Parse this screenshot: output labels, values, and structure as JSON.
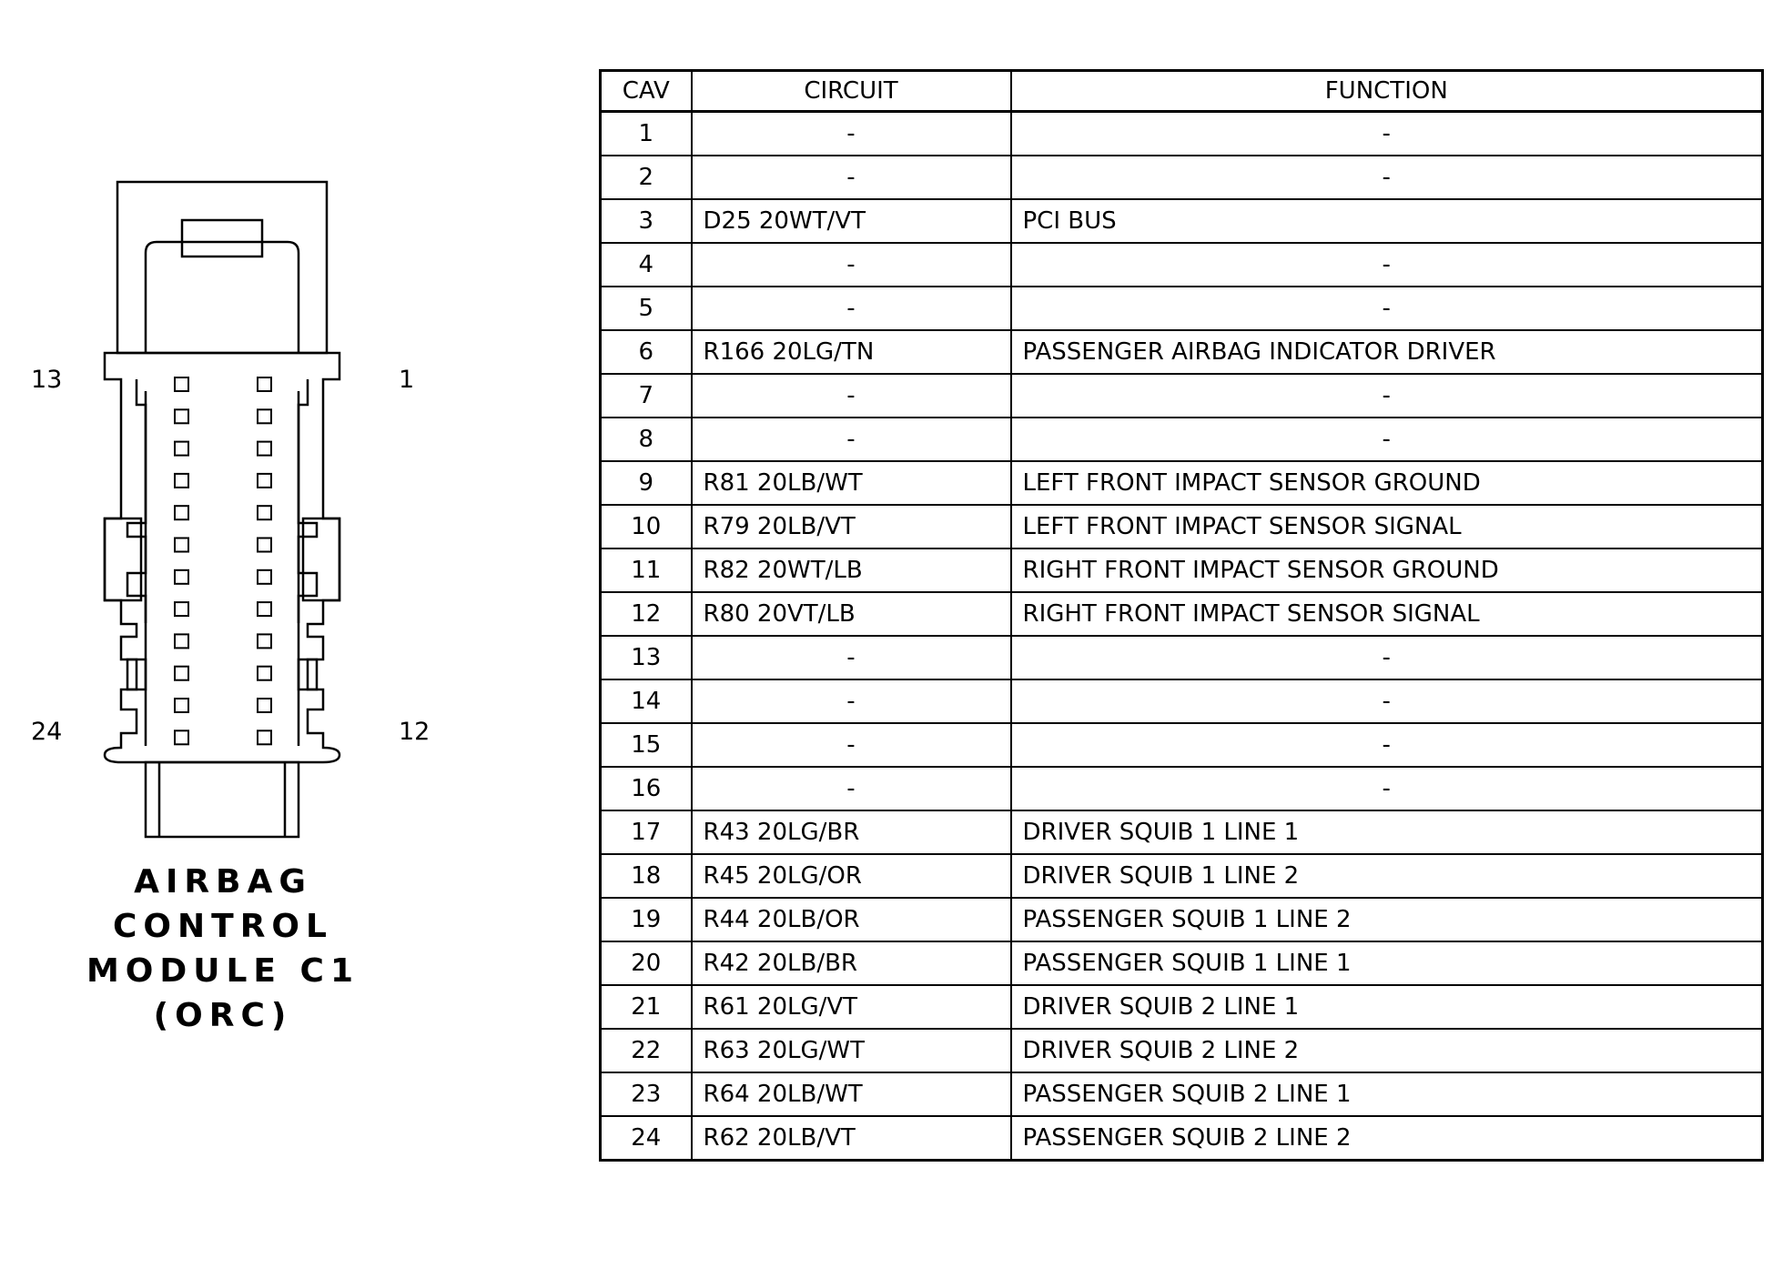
{
  "connector": {
    "pin_labels": {
      "top_left": "13",
      "top_right": "1",
      "bottom_left": "24",
      "bottom_right": "12"
    },
    "title_lines": [
      "AIRBAG",
      "CONTROL",
      "MODULE C1",
      "(ORC)"
    ]
  },
  "table": {
    "headers": {
      "cav": "CAV",
      "circuit": "CIRCUIT",
      "function": "FUNCTION"
    },
    "rows": [
      {
        "cav": "1",
        "circuit": "-",
        "function": "-"
      },
      {
        "cav": "2",
        "circuit": "-",
        "function": "-"
      },
      {
        "cav": "3",
        "circuit": "D25 20WT/VT",
        "function": "PCI BUS"
      },
      {
        "cav": "4",
        "circuit": "-",
        "function": "-"
      },
      {
        "cav": "5",
        "circuit": "-",
        "function": "-"
      },
      {
        "cav": "6",
        "circuit": "R166 20LG/TN",
        "function": "PASSENGER AIRBAG INDICATOR DRIVER"
      },
      {
        "cav": "7",
        "circuit": "-",
        "function": "-"
      },
      {
        "cav": "8",
        "circuit": "-",
        "function": "-"
      },
      {
        "cav": "9",
        "circuit": "R81 20LB/WT",
        "function": "LEFT FRONT IMPACT SENSOR GROUND"
      },
      {
        "cav": "10",
        "circuit": "R79 20LB/VT",
        "function": "LEFT FRONT IMPACT SENSOR SIGNAL"
      },
      {
        "cav": "11",
        "circuit": "R82 20WT/LB",
        "function": "RIGHT FRONT IMPACT SENSOR GROUND"
      },
      {
        "cav": "12",
        "circuit": "R80 20VT/LB",
        "function": "RIGHT FRONT IMPACT SENSOR SIGNAL"
      },
      {
        "cav": "13",
        "circuit": "-",
        "function": "-"
      },
      {
        "cav": "14",
        "circuit": "-",
        "function": "-"
      },
      {
        "cav": "15",
        "circuit": "-",
        "function": "-"
      },
      {
        "cav": "16",
        "circuit": "-",
        "function": "-"
      },
      {
        "cav": "17",
        "circuit": "R43 20LG/BR",
        "function": "DRIVER SQUIB 1 LINE 1"
      },
      {
        "cav": "18",
        "circuit": "R45 20LG/OR",
        "function": "DRIVER SQUIB 1 LINE 2"
      },
      {
        "cav": "19",
        "circuit": "R44 20LB/OR",
        "function": "PASSENGER SQUIB 1 LINE 2"
      },
      {
        "cav": "20",
        "circuit": "R42 20LB/BR",
        "function": "PASSENGER SQUIB 1 LINE 1"
      },
      {
        "cav": "21",
        "circuit": "R61 20LG/VT",
        "function": "DRIVER SQUIB 2 LINE 1"
      },
      {
        "cav": "22",
        "circuit": "R63 20LG/WT",
        "function": "DRIVER SQUIB 2 LINE 2"
      },
      {
        "cav": "23",
        "circuit": "R64 20LB/WT",
        "function": "PASSENGER SQUIB 2 LINE 1"
      },
      {
        "cav": "24",
        "circuit": "R62 20LB/VT",
        "function": "PASSENGER SQUIB 2 LINE 2"
      }
    ]
  }
}
